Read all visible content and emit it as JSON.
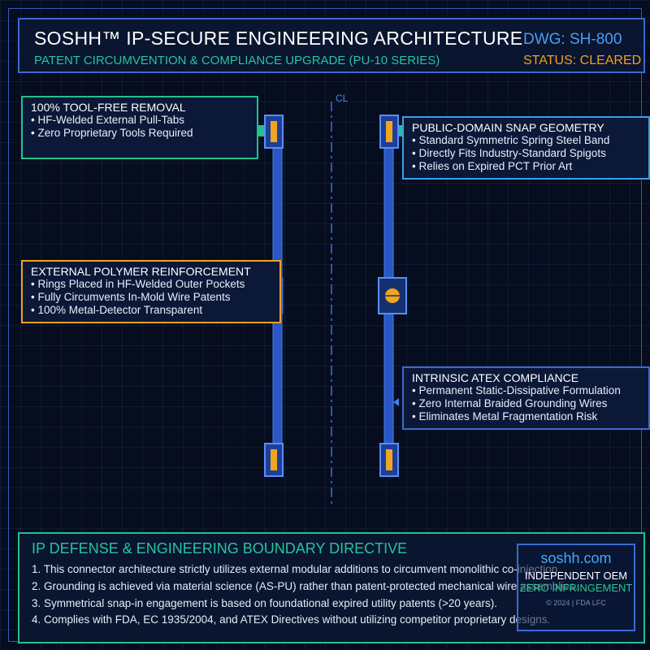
{
  "header": {
    "title": "SOSHH™ IP-SECURE ENGINEERING ARCHITECTURE",
    "subtitle": "PATENT CIRCUMVENTION & COMPLIANCE UPGRADE (PU-10 SERIES)",
    "drawing_number": "DWG: SH-800",
    "status": "STATUS: CLEARED"
  },
  "centerline_label": "CL",
  "callouts": {
    "tool_free": {
      "title": "100% TOOL-FREE REMOVAL",
      "lines": [
        "• HF-Welded External Pull-Tabs",
        "• Zero Proprietary Tools Required"
      ]
    },
    "polymer": {
      "title": "EXTERNAL POLYMER REINFORCEMENT",
      "lines": [
        "• Rings Placed in HF-Welded Outer Pockets",
        "• Fully Circumvents In-Mold Wire Patents",
        "• 100% Metal-Detector Transparent"
      ]
    },
    "snap": {
      "title": "PUBLIC-DOMAIN SNAP GEOMETRY",
      "lines": [
        "• Standard Symmetric Spring Steel Band",
        "• Directly Fits Industry-Standard Spigots",
        "• Relies on Expired PCT Prior Art"
      ]
    },
    "atex": {
      "title": "INTRINSIC ATEX COMPLIANCE",
      "lines": [
        "• Permanent Static-Dissipative Formulation",
        "• Zero Internal Braided Grounding Wires",
        "• Eliminates Metal Fragmentation Risk"
      ]
    }
  },
  "footer": {
    "heading": "IP DEFENSE & ENGINEERING BOUNDARY DIRECTIVE",
    "lines": [
      "1. This connector architecture strictly utilizes external modular additions to circumvent monolithic co-injection.",
      "2. Grounding is achieved via material science (AS-PU) rather than patent-protected mechanical wire assemblies.",
      "3. Symmetrical snap-in engagement is based on foundational expired utility patents (>20 years).",
      "4. Complies with FDA, EC 1935/2004, and ATEX Directives without utilizing competitor proprietary designs."
    ]
  },
  "stamp": {
    "domain": "soshh.com",
    "line1": "INDEPENDENT OEM",
    "line2": "ZERO INFRINGEMENT",
    "line3": "© 2024 | FDA LFC"
  },
  "colors": {
    "background": "#060d1f",
    "wall": "#2a56c6",
    "clamp": "#f0a51e",
    "green_accent": "#22c08a",
    "orange_accent": "#f0a020",
    "cyan_accent": "#38a0ea",
    "blue_accent": "#3a6ad0"
  }
}
